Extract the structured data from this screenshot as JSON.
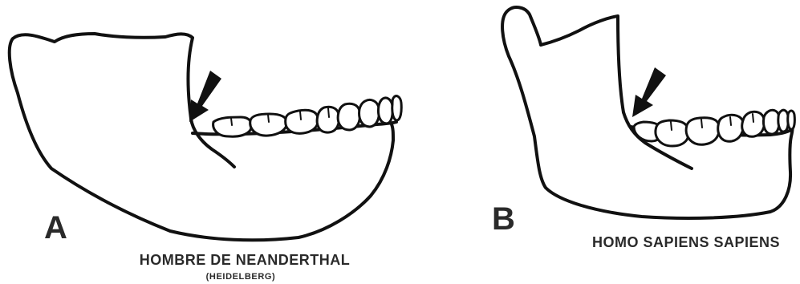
{
  "panels": [
    {
      "letter": "A",
      "caption": "HOMBRE DE NEANDERTHAL",
      "subcaption": "(HEIDELBERG)",
      "arrow_icon": "arrow-down-left-icon"
    },
    {
      "letter": "B",
      "caption": "HOMO SAPIENS SAPIENS",
      "subcaption": "",
      "arrow_icon": "arrow-down-left-icon"
    }
  ],
  "colors": {
    "line": "#111111",
    "background": "#ffffff",
    "text": "#2a2a2a"
  }
}
